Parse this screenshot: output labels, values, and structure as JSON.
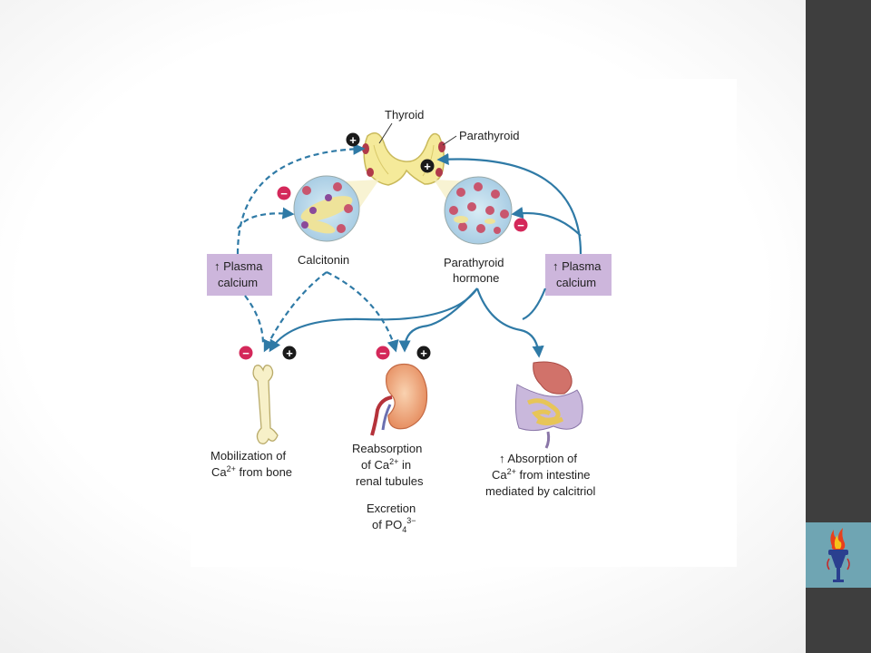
{
  "diagram": {
    "thyroid_label": "Thyroid",
    "parathyroid_label": "Parathyroid",
    "calcitonin_label": "Calcitonin",
    "pth_label_line1": "Parathyroid",
    "pth_label_line2": "hormone",
    "plasma_calcium_left": {
      "line1": "↑ Plasma",
      "line2": "calcium"
    },
    "plasma_calcium_right": {
      "line1": "↑ Plasma",
      "line2": "calcium"
    },
    "plus_sign": "+",
    "minus_sign": "−",
    "bone_label": {
      "line1": "Mobilization of",
      "line2_pre": "Ca",
      "line2_sup": "2+",
      "line2_post": " from bone"
    },
    "kidney_label": {
      "line1": "Reabsorption",
      "line2_pre": "of Ca",
      "line2_sup": "2+",
      "line2_post": " in",
      "line3": "renal tubules",
      "line4": "Excretion",
      "line5_pre": "of PO",
      "line5_sub": "4",
      "line5_sup": "3−"
    },
    "intestine_label": {
      "line1": "↑ Absorption of",
      "line2_pre": "Ca",
      "line2_sup": "2+",
      "line2_post": " from intestine",
      "line3": "mediated by calcitriol"
    }
  },
  "colors": {
    "arrow_blue": "#2f7aa6",
    "plus_badge": "#1a1a1a",
    "minus_badge": "#d4285a",
    "plasma_box": "#cdb6dc",
    "sidebar": "#3e3e3e",
    "logo_box": "#6fa5b3"
  },
  "icons": [
    "thyroid-gland-icon",
    "bone-icon",
    "kidney-icon",
    "intestine-icon",
    "torch-logo-icon"
  ]
}
